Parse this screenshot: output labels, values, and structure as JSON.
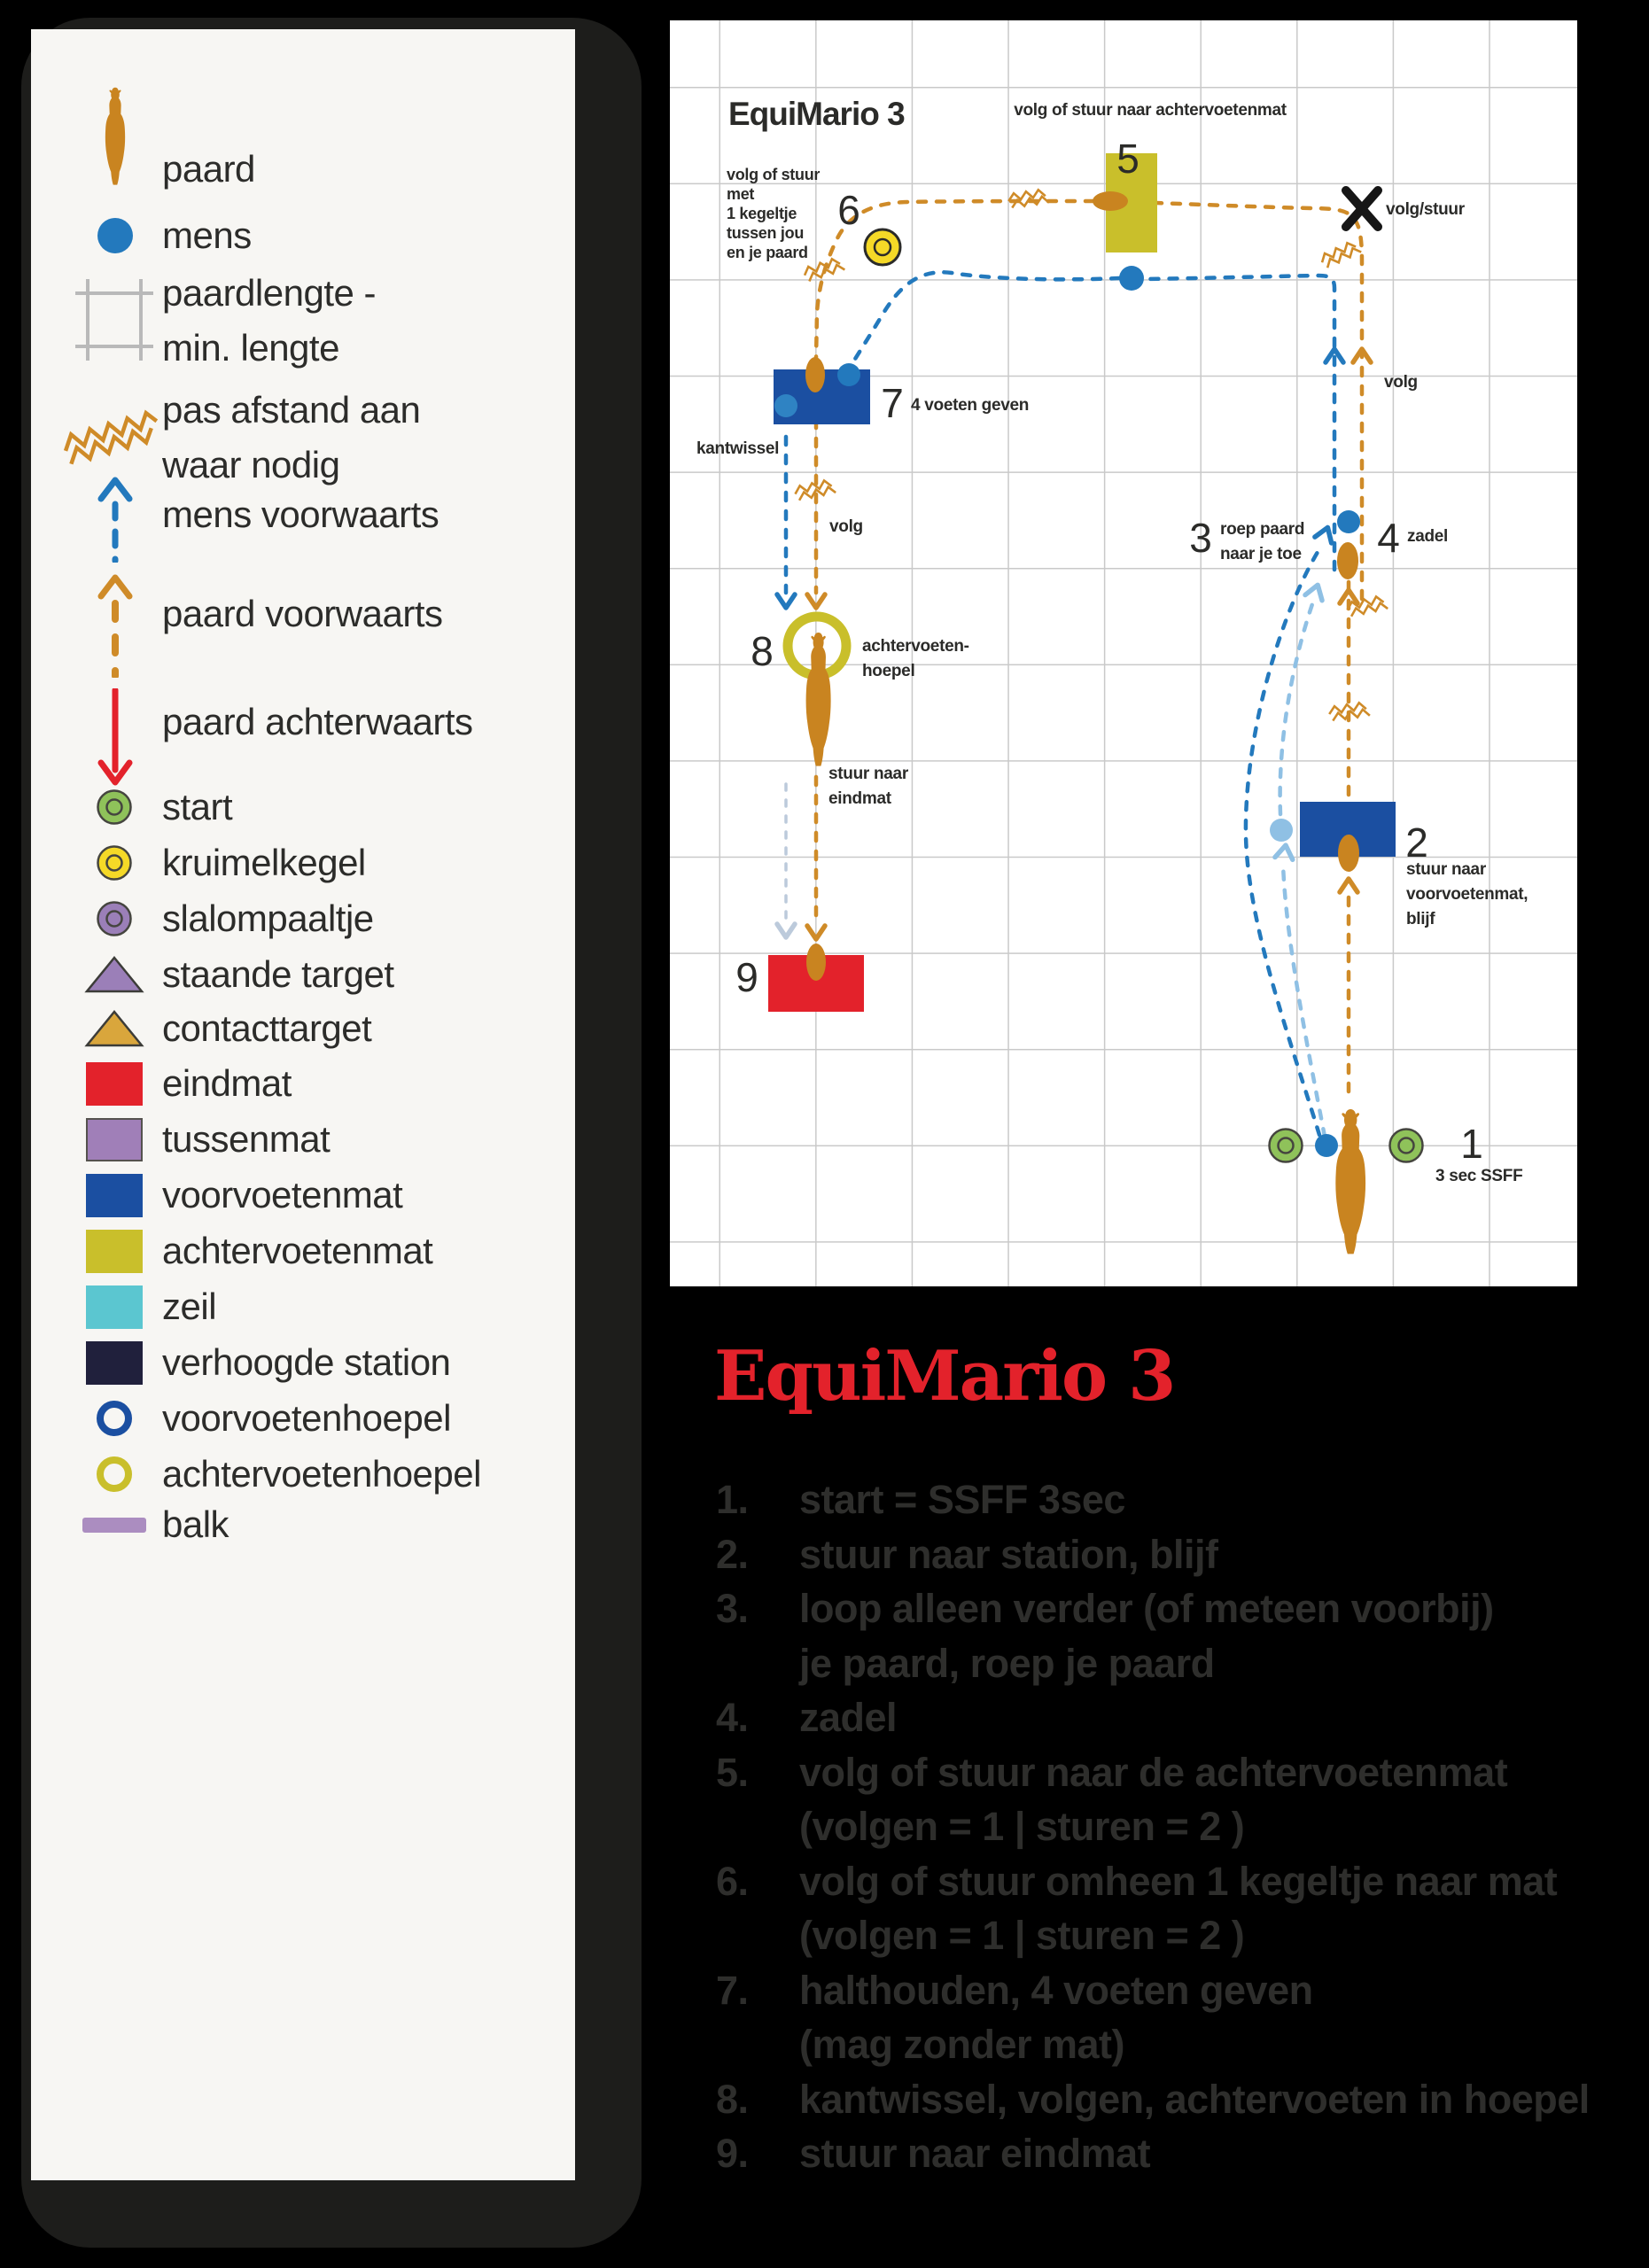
{
  "page": {
    "background": "#000000",
    "card_color": "#1d1d1b",
    "panel_color": "#f7f6f3",
    "accent_red": "#e3222b",
    "horse_orange": "#c98420",
    "person_blue": "#2379bd",
    "pale_blue": "#8fc0e4",
    "mat_blue": "#1b4fa1",
    "olive_yellow": "#c9bf2b",
    "grid_gray": "#c9c9c9"
  },
  "legend": {
    "items": [
      {
        "icon": "horse-icon",
        "label": "paard"
      },
      {
        "icon": "person-icon",
        "label": "mens"
      },
      {
        "icon": "horse-length-icon",
        "label": "paardlengte -",
        "label2": "min. lengte"
      },
      {
        "icon": "zigzag-icon",
        "label": "pas afstand aan",
        "label2": "waar nodig"
      },
      {
        "icon": "arrow-up-dashed-blue-icon",
        "label": "mens voorwaarts"
      },
      {
        "icon": "arrow-up-dashed-orange-icon",
        "label": "paard voorwaarts"
      },
      {
        "icon": "arrow-down-solid-red-icon",
        "label": "paard achterwaarts"
      },
      {
        "icon": "start-marker-icon",
        "label": "start"
      },
      {
        "icon": "crumb-cone-icon",
        "label": "kruimelkegel"
      },
      {
        "icon": "slalom-pole-icon",
        "label": "slalompaaltje"
      },
      {
        "icon": "standing-target-icon",
        "label": "staande target"
      },
      {
        "icon": "contact-target-icon",
        "label": "contacttarget"
      },
      {
        "icon": "end-mat-icon",
        "label": "eindmat"
      },
      {
        "icon": "between-mat-icon",
        "label": "tussenmat"
      },
      {
        "icon": "front-feet-mat-icon",
        "label": "voorvoetenmat"
      },
      {
        "icon": "hind-feet-mat-icon",
        "label": "achtervoetenmat"
      },
      {
        "icon": "sail-icon",
        "label": "zeil"
      },
      {
        "icon": "raised-station-icon",
        "label": "verhoogde station"
      },
      {
        "icon": "front-feet-hoop-icon",
        "label": "voorvoetenhoepel"
      },
      {
        "icon": "hind-feet-hoop-icon",
        "label": "achtervoetenhoepel"
      },
      {
        "icon": "beam-icon",
        "label": "balk"
      }
    ]
  },
  "map": {
    "title": "EquiMario 3",
    "labels": {
      "step5_top": "volg of stuur naar achtervoetenmat",
      "num1": "1",
      "num2": "2",
      "num3": "3",
      "num4": "4",
      "num5": "5",
      "num6": "6",
      "num7": "7",
      "num8": "8",
      "num9": "9",
      "volg_stuur": "volg/stuur",
      "volg_right": "volg",
      "volg_left": "volg",
      "cone_note_l1": "volg of stuur",
      "cone_note_l2": "met",
      "cone_note_l3": "1 kegeltje",
      "cone_note_l4": "tussen jou",
      "cone_note_l5": "en je paard",
      "step7": "4 voeten geven",
      "kantwissel": "kantwissel",
      "hoop_l1": "achtervoeten-",
      "hoop_l2": "hoepel",
      "eind_l1": "stuur naar",
      "eind_l2": "eindmat",
      "step2_l1": "stuur naar",
      "step2_l2": "voorvoetenmat,",
      "step2_l3": "blijf",
      "step3_l1": "roep paard",
      "step3_l2": "naar je toe",
      "zadel": "zadel",
      "start_note": "3 sec SSFF"
    }
  },
  "footer": {
    "title": "EquiMario 3",
    "items": [
      {
        "num": "1.",
        "line1": "start = SSFF 3sec"
      },
      {
        "num": "2.",
        "line1": "stuur naar station, blijf"
      },
      {
        "num": "3.",
        "line1": "loop alleen verder (of meteen voorbij)",
        "line2": "je paard, roep je paard"
      },
      {
        "num": "4.",
        "line1": "zadel"
      },
      {
        "num": "5.",
        "line1": "volg of stuur naar de achtervoetenmat",
        "line2": "(volgen = 1 | sturen = 2 )"
      },
      {
        "num": "6.",
        "line1": "volg of stuur omheen 1 kegeltje naar mat",
        "line2": "(volgen = 1 | sturen = 2 )"
      },
      {
        "num": "7.",
        "line1": "halthouden, 4 voeten geven",
        "line2": "(mag zonder mat)"
      },
      {
        "num": "8.",
        "line1": "kantwissel, volgen, achtervoeten in hoepel"
      },
      {
        "num": "9.",
        "line1": "stuur naar eindmat"
      }
    ]
  }
}
